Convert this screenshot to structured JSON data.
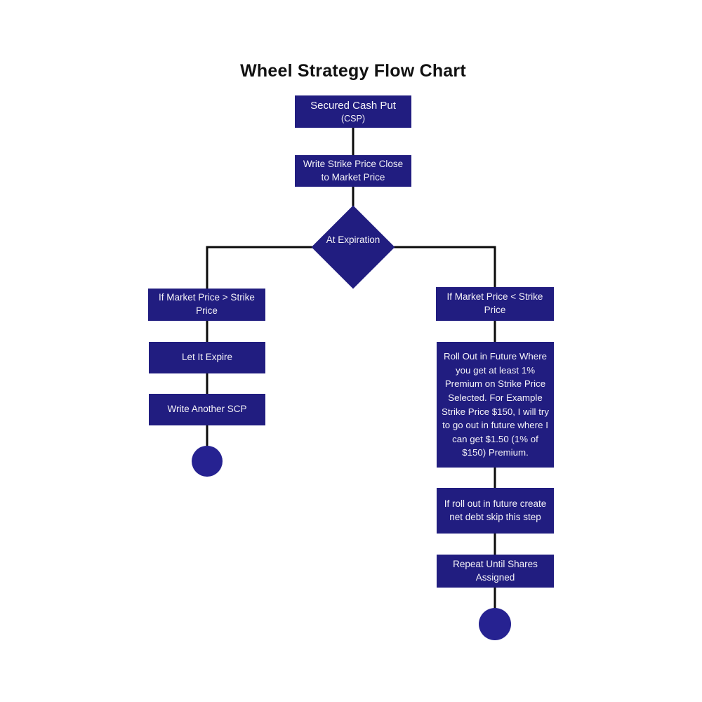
{
  "title": "Wheel Strategy Flow Chart",
  "colors": {
    "node_fill": "#211d80",
    "terminal_fill": "#262291",
    "connector": "#0a0a0a",
    "node_text": "#f5f3f7",
    "title_color": "#111111",
    "page_bg": "#ffffff"
  },
  "nodes": {
    "csp": {
      "line1": "Secured Cash Put",
      "line2": "(CSP)"
    },
    "write_strike": "Write Strike Price Close to Market Price",
    "decision": "At Expiration",
    "left_condition": "If Market Price > Strike Price",
    "let_expire": "Let It Expire",
    "write_another": "Write Another SCP",
    "right_condition": "If Market Price < Strike Price",
    "roll_out": "Roll Out in Future Where you get at least 1% Premium on Strike Price Selected. For Example Strike Price $150, I will try to go out in future where I can get $1.50 (1% of $150) Premium.",
    "net_debt": "If roll out in future create net debt skip this step",
    "repeat": "Repeat Until Shares Assigned"
  }
}
